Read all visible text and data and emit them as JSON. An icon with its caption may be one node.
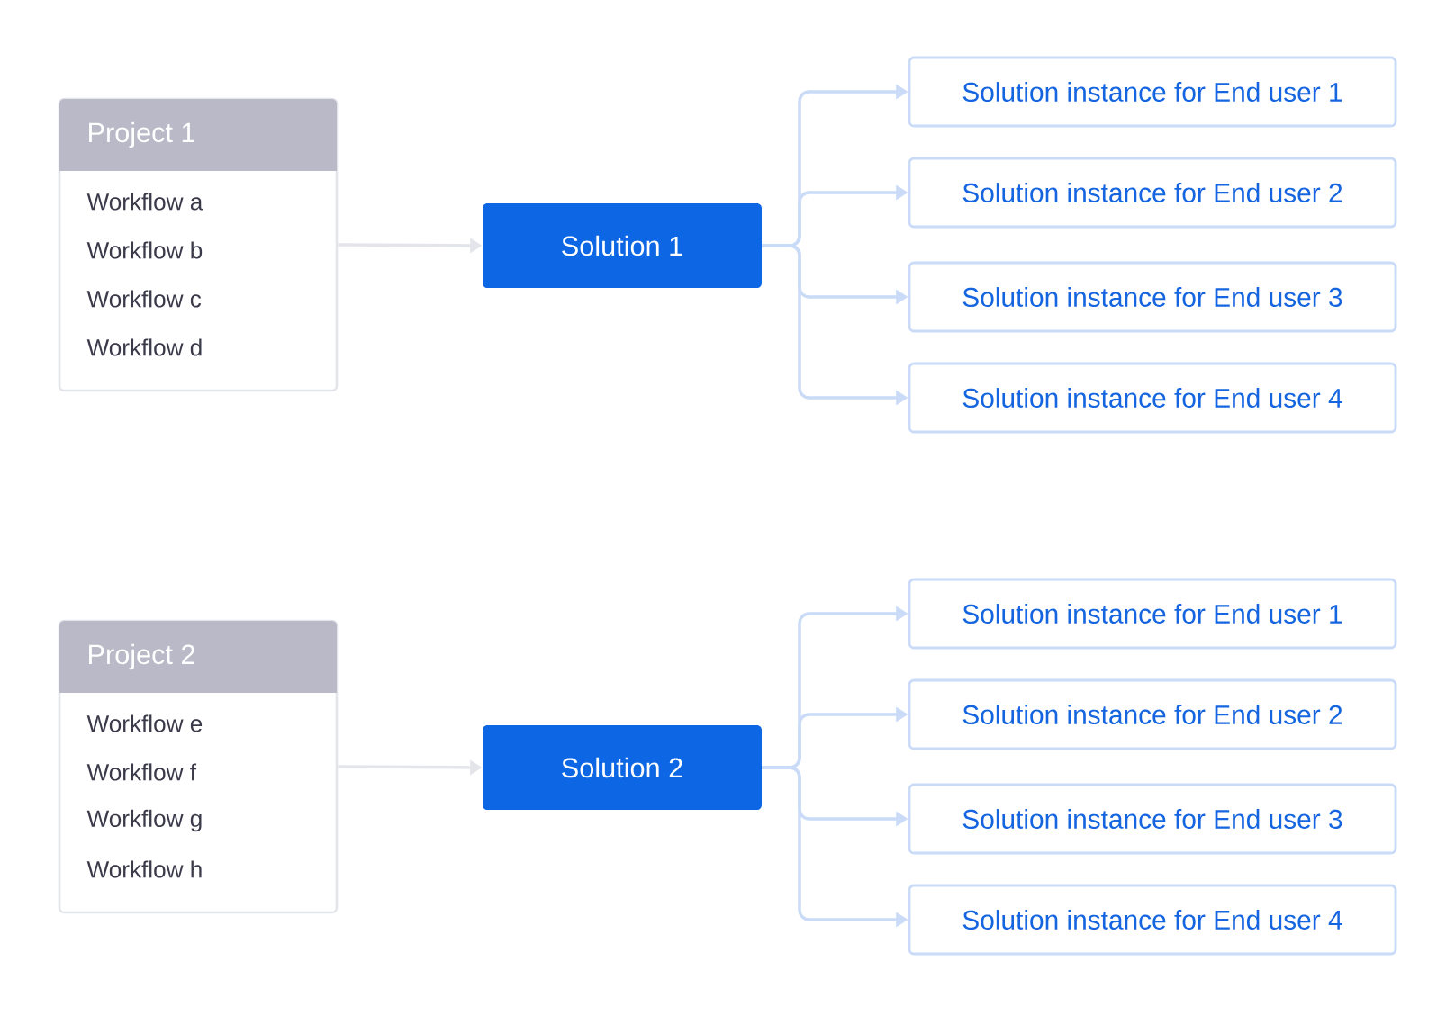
{
  "diagram": {
    "nodes": [
      {
        "text": [
          "Project 1",
          "Workflow a",
          "Workflow b",
          "Workflow c",
          "Workflow d"
        ]
      },
      {
        "text": [
          "Solution 1"
        ]
      },
      {
        "text": [
          "Solution instance for End user 1"
        ]
      },
      {
        "text": [
          "Solution instance for End user 2"
        ]
      },
      {
        "text": [
          "Solution instance for End user 3"
        ]
      },
      {
        "text": [
          "Solution instance for End user 4"
        ]
      },
      {
        "text": [
          "Project 2",
          "Workflow e",
          "Workflow f",
          "Workflow g",
          "Workflow h"
        ]
      },
      {
        "text": [
          "Solution 2"
        ]
      },
      {
        "text": [
          "Solution instance for End user 1"
        ]
      },
      {
        "text": [
          "Solution instance for End user 2"
        ]
      },
      {
        "text": [
          "Solution instance for End user 3"
        ]
      },
      {
        "text": [
          "Solution instance for End user 4"
        ]
      }
    ],
    "edges": [
      {
        "from": 0,
        "to": 1,
        "arrow": "to",
        "color": "#e3e5ea"
      },
      {
        "from": 1,
        "to": 2,
        "arrow": "to"
      },
      {
        "from": 1,
        "to": 3,
        "arrow": "to"
      },
      {
        "from": 1,
        "to": 4,
        "arrow": "to"
      },
      {
        "from": 1,
        "to": 5,
        "arrow": "to"
      },
      {
        "from": 6,
        "to": 7,
        "arrow": "to",
        "color": "#e3e5ea"
      },
      {
        "from": 7,
        "to": 8,
        "arrow": "to"
      },
      {
        "from": 7,
        "to": 9,
        "arrow": "to"
      },
      {
        "from": 7,
        "to": 10,
        "arrow": "to"
      },
      {
        "from": 7,
        "to": 11,
        "arrow": "to"
      }
    ]
  }
}
